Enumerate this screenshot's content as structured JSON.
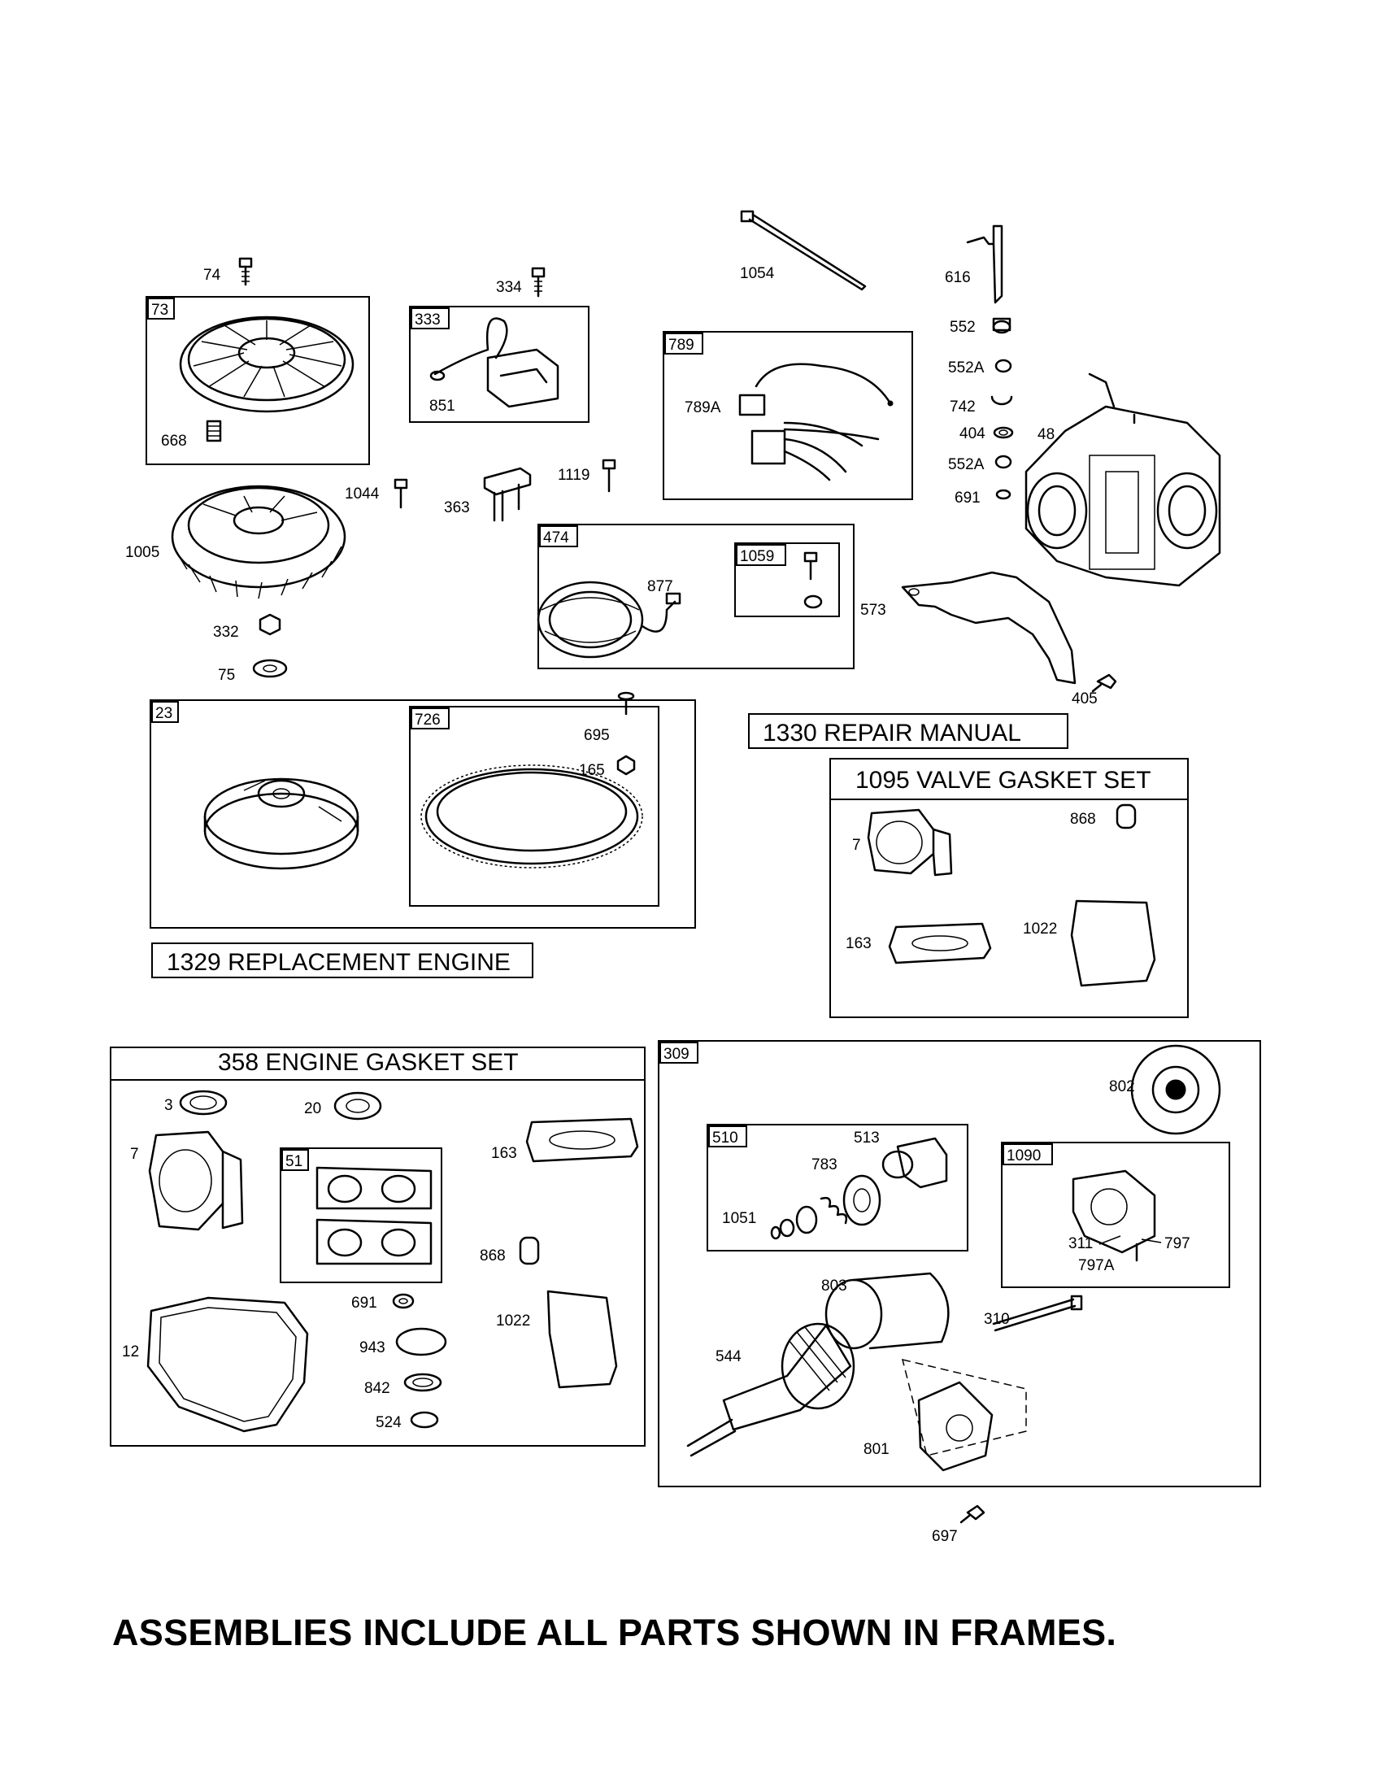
{
  "labels": {
    "74": "74",
    "73": "73",
    "668": "668",
    "334": "334",
    "333": "333",
    "851": "851",
    "1054": "1054",
    "789": "789",
    "789A": "789A",
    "616": "616",
    "552": "552",
    "552A": "552A",
    "742": "742",
    "404": "404",
    "48": "48",
    "691": "691",
    "1044": "1044",
    "1005": "1005",
    "363": "363",
    "1119": "1119",
    "474": "474",
    "877": "877",
    "1059": "1059",
    "573": "573",
    "332": "332",
    "75": "75",
    "405": "405",
    "23": "23",
    "726": "726",
    "695": "695",
    "165": "165",
    "7": "7",
    "868": "868",
    "163": "163",
    "1022": "1022",
    "3": "3",
    "20": "20",
    "51": "51",
    "12": "12",
    "943": "943",
    "842": "842",
    "524": "524",
    "309": "309",
    "802": "802",
    "510": "510",
    "513": "513",
    "783": "783",
    "1051": "1051",
    "1090": "1090",
    "311": "311",
    "797": "797",
    "797A": "797A",
    "803": "803",
    "310": "310",
    "544": "544",
    "801": "801",
    "697": "697"
  },
  "kits": {
    "repair_manual": "1330 REPAIR MANUAL",
    "valve_gasket_set": "1095 VALVE GASKET SET",
    "replacement_engine": "1329 REPLACEMENT ENGINE",
    "engine_gasket_set": "358 ENGINE GASKET SET"
  },
  "footer_note": "ASSEMBLIES INCLUDE ALL PARTS SHOWN IN FRAMES."
}
